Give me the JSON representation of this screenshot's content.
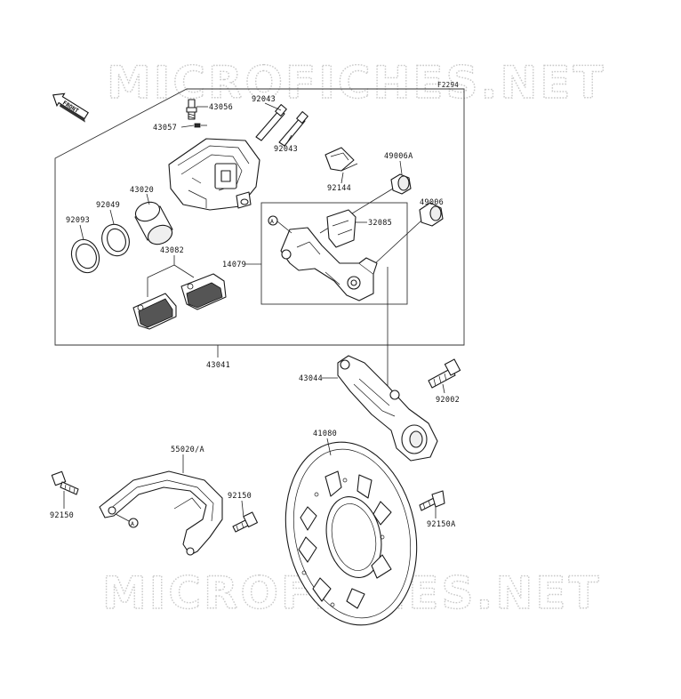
{
  "watermark": {
    "top": "MICROFICHES.NET",
    "bottom": "MICROFICHES.NET"
  },
  "diagram_code": "F2294",
  "front_label": "FRONT",
  "ref_marker": "A",
  "labels": {
    "p43056": "43056",
    "p43057": "43057",
    "p92043a": "92043",
    "p92043b": "92043",
    "p43020": "43020",
    "p92049": "92049",
    "p92093": "92093",
    "p43082": "43082",
    "p92144": "92144",
    "p49006a": "49006A",
    "p49006": "49006",
    "p32085": "32085",
    "p14079": "14079",
    "p43041": "43041",
    "p43044": "43044",
    "p92002": "92002",
    "p41080": "41080",
    "p55020": "55020/A",
    "p92150a": "92150",
    "p92150b": "92150",
    "p92150A": "92150A"
  }
}
